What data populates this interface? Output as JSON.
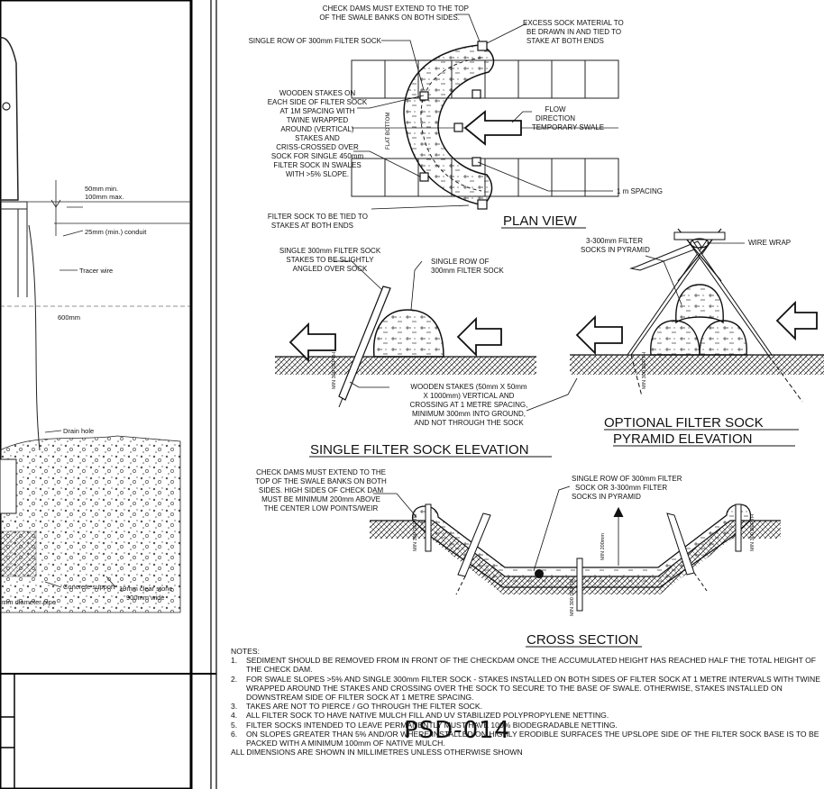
{
  "left_panel": {
    "dim_top": "50mm min.",
    "dim_top2": "100mm max.",
    "conduit": "25mm (min.) conduit",
    "tracer": "Tracer wire",
    "dim_600": "600mm",
    "drain": "Drain hole",
    "concrete": "Concrete support",
    "stone1": "19mm clear stone",
    "stone2": "900mm wide",
    "pipe": "mm diameter pipe"
  },
  "plan": {
    "check_dams1": "CHECK DAMS MUST EXTEND TO THE TOP",
    "check_dams2": "OF THE SWALE BANKS ON BOTH SIDES.",
    "excess1": "EXCESS SOCK MATERIAL TO",
    "excess2": "BE DRAWN IN AND TIED TO",
    "excess3": "STAKE AT BOTH ENDS",
    "single_row": "SINGLE ROW OF 300mm FILTER SOCK",
    "stakes": [
      "WOODEN STAKES ON",
      "EACH SIDE OF FILTER SOCK",
      "AT 1M SPACING WITH",
      "TWINE WRAPPED",
      "AROUND (VERTICAL)",
      "STAKES AND",
      "CRISS-CROSSED OVER",
      "SOCK FOR SINGLE 450mm",
      "FILTER SOCK IN SWALES",
      "WITH >5% SLOPE."
    ],
    "flat_bottom": "FLAT BOTTOM",
    "flow1": "FLOW",
    "flow2": "DIRECTION",
    "flow3": "TEMPORARY SWALE",
    "spacing": "1 m SPACING",
    "tied1": "FILTER SOCK TO BE TIED TO",
    "tied2": "STAKES AT BOTH ENDS",
    "title": "PLAN VIEW"
  },
  "single": {
    "stakes1": "SINGLE 300mm FILTER SOCK",
    "stakes2": "STAKES TO BE SLIGHTLY",
    "stakes3": "ANGLED OVER SOCK",
    "row1": "SINGLE ROW OF",
    "row2": "300mm FILTER SOCK",
    "min_depth": "MIN 300 DEPTH",
    "wood": [
      "WOODEN STAKES (50mm X 50mm",
      "X 1000mm) VERTICAL AND",
      "CROSSING AT 1 METRE SPACING,",
      "MINIMUM 300mm INTO GROUND,",
      "AND NOT THROUGH THE SOCK"
    ],
    "title": "SINGLE FILTER SOCK ELEVATION"
  },
  "pyramid": {
    "label1": "3-300mm FILTER",
    "label2": "SOCKS IN PYRAMID",
    "wire": "WIRE WRAP",
    "min_depth": "MIN 300 DEPTH",
    "title1": "OPTIONAL FILTER SOCK",
    "title2": "PYRAMID ELEVATION"
  },
  "cross": {
    "check": [
      "CHECK DAMS MUST EXTEND TO THE",
      "TOP OF THE SWALE BANKS ON BOTH",
      "SIDES. HIGH SIDES OF CHECK DAM",
      "MUST BE MINIMUM 200mm ABOVE",
      "THE CENTER LOW POINTS/WEIR"
    ],
    "row": [
      "SINGLE ROW OF 300mm FILTER",
      "SOCK OR 3-300mm FILTER",
      "SOCKS IN PYRAMID"
    ],
    "min200": "MIN 200mm",
    "min300": "MIN 300 DEPTH",
    "title": "CROSS SECTION"
  },
  "notes": {
    "heading": "NOTES:",
    "items": [
      {
        "n": "1.",
        "t": "SEDIMENT SHOULD BE REMOVED FROM IN FRONT OF THE CHECKDAM ONCE THE ACCUMULATED HEIGHT HAS REACHED HALF THE TOTAL HEIGHT OF THE CHECK DAM."
      },
      {
        "n": "2.",
        "t": "FOR SWALE SLOPES >5% AND SINGLE 300mm FILTER SOCK - STAKES INSTALLED ON BOTH SIDES OF FILTER SOCK AT 1 METRE INTERVALS WITH TWINE WRAPPED AROUND THE STAKES AND CROSSING OVER THE SOCK TO SECURE TO THE BASE OF SWALE. OTHERWISE, STAKES INSTALLED ON DOWNSTREAM SIDE OF FILTER SOCK AT 1 METRE SPACING."
      },
      {
        "n": "3.",
        "t": "TAKES ARE NOT TO PIERCE / GO THROUGH THE FILTER SOCK."
      },
      {
        "n": "4.",
        "t": "ALL FILTER SOCK TO HAVE NATIVE MULCH FILL AND UV STABILIZED POLYPROPYLENE NETTING."
      },
      {
        "n": "5.",
        "t": "FILTER SOCKS INTENDED TO LEAVE PERMANENTLY MUST HAVE 100% BIODEGRADABLE NETTING."
      },
      {
        "n": "6.",
        "t": "ON SLOPES GREATER THAN 5% AND/OR WHERE INSTALLED ON HIGHLY ERODIBLE SURFACES THE UPSLOPE SIDE OF THE FILTER SOCK BASE IS TO BE PACKED WITH A MINIMUM 100mm OF NATIVE MULCH."
      }
    ],
    "footer": "ALL DIMENSIONS ARE SHOWN IN MILLIMETRES UNLESS OTHERWISE SHOWN"
  },
  "title_block": {
    "code": "PSD-014"
  }
}
